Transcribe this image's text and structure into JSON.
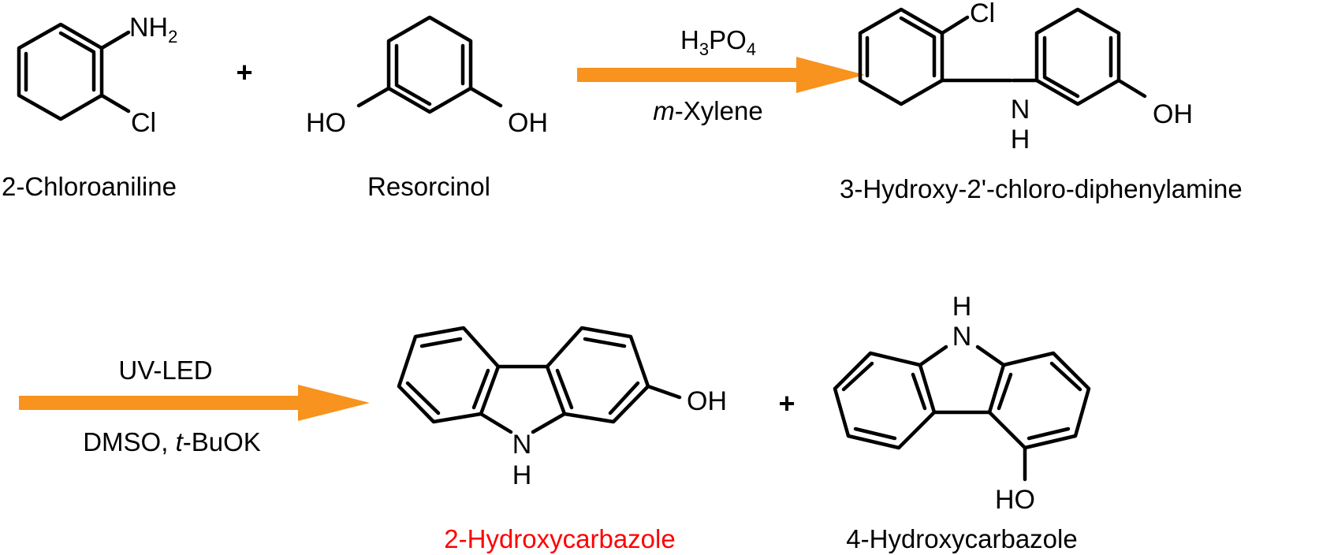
{
  "reactants": [
    {
      "name": "2-Chloroaniline",
      "substituents": {
        "amine": "NH",
        "amine_sub": "2",
        "chloro": "Cl"
      }
    },
    {
      "name": "Resorcinol",
      "substituents": {
        "left_hydroxyl": "HO",
        "right_hydroxyl": "OH"
      }
    }
  ],
  "plus_sign": "+",
  "step1": {
    "catalyst_main": "H",
    "catalyst_sub1": "3",
    "catalyst_mid": "PO",
    "catalyst_sub2": "4",
    "solvent_prefix": "m",
    "solvent_rest": "-Xylene",
    "arrow_color": "#F7931E"
  },
  "intermediate": {
    "name": "3-Hydroxy-2'-chloro-diphenylamine",
    "substituents": {
      "chloro": "Cl",
      "nh_n": "N",
      "nh_h": "H",
      "hydroxyl": "OH"
    }
  },
  "step2": {
    "reagent": "UV-LED",
    "solvent_a": "DMSO, ",
    "base_prefix": "t",
    "base_rest": "-BuOK",
    "arrow_color": "#F7931E"
  },
  "products": [
    {
      "name": "2-Hydroxycarbazole",
      "name_color": "#FF0000",
      "substituents": {
        "hydroxyl": "OH",
        "nh_n": "N",
        "nh_h": "H"
      }
    },
    {
      "name": "4-Hydroxycarbazole",
      "name_color": "#000000",
      "substituents": {
        "hydroxyl": "HO",
        "nh_n": "N",
        "nh_h": "H"
      }
    }
  ]
}
